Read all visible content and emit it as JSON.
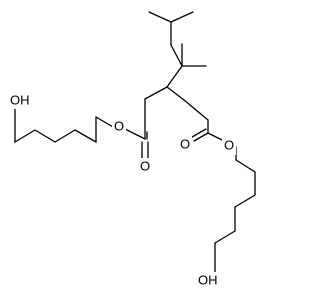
{
  "molecule": {
    "labels": {
      "hydroxyl_top": "OH",
      "ester_o_left": "O",
      "carbonyl_o_left": "O",
      "carbonyl_o_right": "O",
      "ester_o_right": "O",
      "hydroxyl_bottom": "OH"
    }
  }
}
